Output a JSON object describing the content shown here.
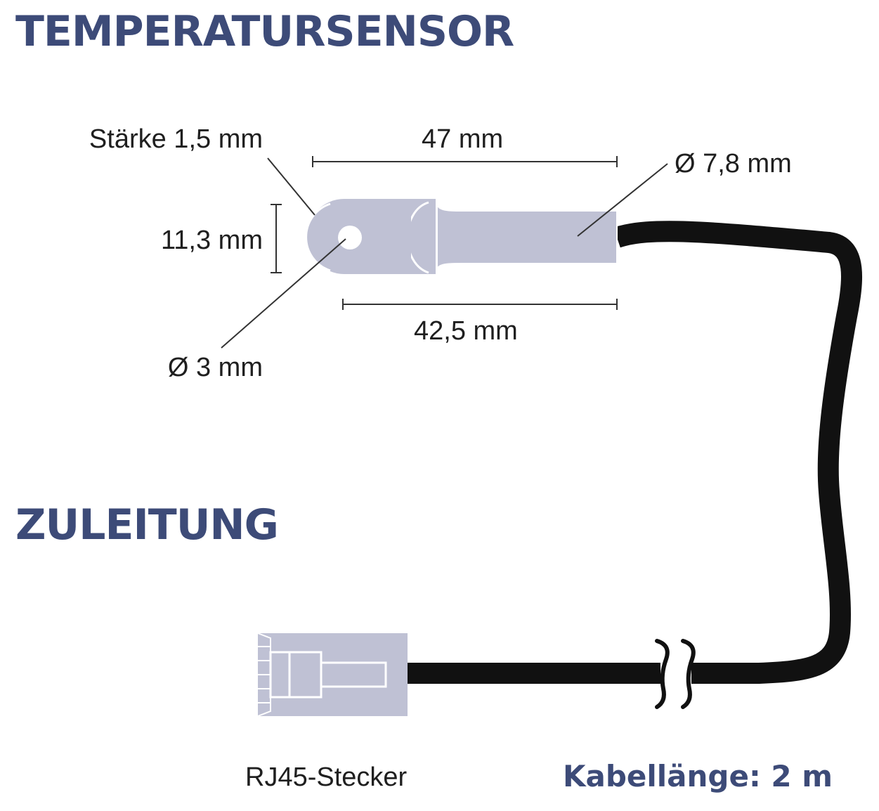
{
  "headings": {
    "sensor": "TEMPERATURSENSOR",
    "lead": "ZULEITUNG"
  },
  "dimensions": {
    "thickness": "Stärke 1,5 mm",
    "length_total": "47 mm",
    "diameter_sleeve": "Ø 7,8 mm",
    "height_lug": "11,3 mm",
    "length_sleeve": "42,5 mm",
    "diameter_hole": "Ø 3 mm"
  },
  "labels": {
    "connector": "RJ45-Stecker",
    "cable_length": "Kabellänge: 2 m"
  },
  "colors": {
    "heading": "#3d4b78",
    "part_fill": "#bfc1d4",
    "cable": "#111111"
  }
}
